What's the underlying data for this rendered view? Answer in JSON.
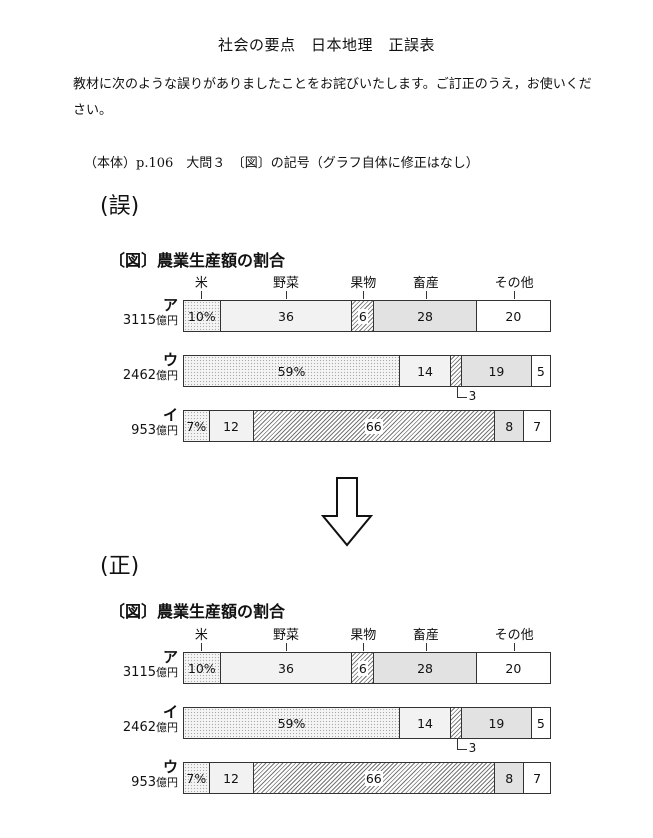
{
  "header": {
    "title": "社会の要点　日本地理　正誤表",
    "intro": "教材に次のような誤りがありましたことをお詫びいたします。ご訂正のうえ，お使いください。",
    "note": "（本体）p.106　大問３　〔図〕の記号（グラフ自体に修正はなし）"
  },
  "sections": [
    {
      "label": "(誤)",
      "chart_title": "〔図〕農業生産額の割合"
    },
    {
      "label": "(正)",
      "chart_title": "〔図〕農業生産額の割合"
    }
  ],
  "unit_suffix": "億円",
  "chart_data": [
    {
      "type": "bar",
      "stacked": "horizontal-100%",
      "title": "〔図〕農業生産額の割合",
      "categories": [
        "米",
        "野菜",
        "果物",
        "畜産",
        "その他"
      ],
      "series": [
        {
          "name": "ア",
          "amount": "3115",
          "values": [
            10,
            36,
            6,
            28,
            20
          ],
          "labels": [
            "10%",
            "36",
            "6",
            "28",
            "20"
          ]
        },
        {
          "name": "ウ",
          "amount": "2462",
          "values": [
            59,
            14,
            3,
            19,
            5
          ],
          "labels": [
            "59%",
            "14",
            "",
            "19",
            "5"
          ],
          "callout": "3"
        },
        {
          "name": "イ",
          "amount": "953",
          "values": [
            7,
            12,
            66,
            8,
            7
          ],
          "labels": [
            "7%",
            "12",
            "66",
            "8",
            "7"
          ]
        }
      ]
    },
    {
      "type": "bar",
      "stacked": "horizontal-100%",
      "title": "〔図〕農業生産額の割合",
      "categories": [
        "米",
        "野菜",
        "果物",
        "畜産",
        "その他"
      ],
      "series": [
        {
          "name": "ア",
          "amount": "3115",
          "values": [
            10,
            36,
            6,
            28,
            20
          ],
          "labels": [
            "10%",
            "36",
            "6",
            "28",
            "20"
          ]
        },
        {
          "name": "イ",
          "amount": "2462",
          "values": [
            59,
            14,
            3,
            19,
            5
          ],
          "labels": [
            "59%",
            "14",
            "",
            "19",
            "5"
          ],
          "callout": "3"
        },
        {
          "name": "ウ",
          "amount": "953",
          "values": [
            7,
            12,
            66,
            8,
            7
          ],
          "labels": [
            "7%",
            "12",
            "66",
            "8",
            "7"
          ]
        }
      ]
    }
  ]
}
